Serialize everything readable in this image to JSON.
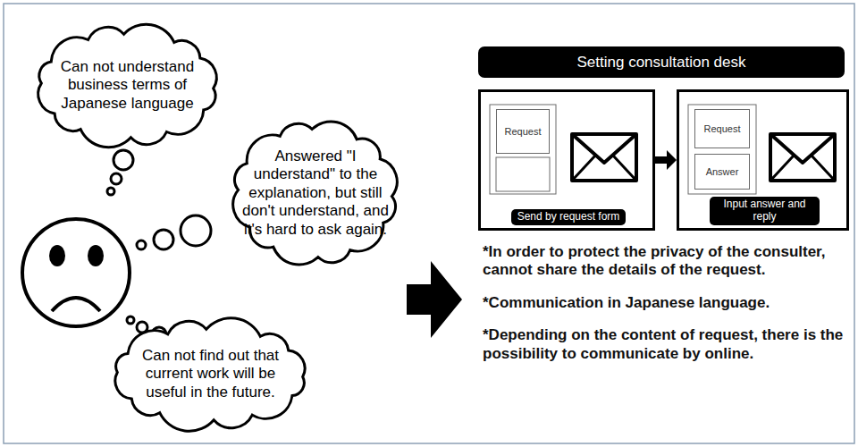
{
  "diagram": {
    "nodes": [
      {
        "text": [
          "Can not understand business terms of Japanese language"
        ]
      },
      {
        "text": [
          "Answered \"I understand\" to the explanation, but still don't understand, and it's hard to ask again."
        ]
      },
      {
        "text": [
          "Can not find out that current work will be useful in the future."
        ]
      },
      {
        "text": [
          "Setting consultation desk"
        ]
      },
      {
        "text": [
          "Send by request form"
        ]
      },
      {
        "text": [
          "Request"
        ],
        "in": 4
      },
      {
        "text": [
          "Input answer and reply"
        ]
      },
      {
        "text": [
          "Request"
        ],
        "in": 6
      },
      {
        "text": [
          "Answer"
        ],
        "in": 6
      }
    ],
    "edges": [
      {
        "from": 4,
        "to": 6,
        "arrow": "to"
      }
    ],
    "labels": [
      "*In order to protect the privacy of the consulter, cannot share the details of the request.",
      "*Communication in Japanese language.",
      "*Depending on the content of request, there is the possibility to communicate by online."
    ]
  }
}
